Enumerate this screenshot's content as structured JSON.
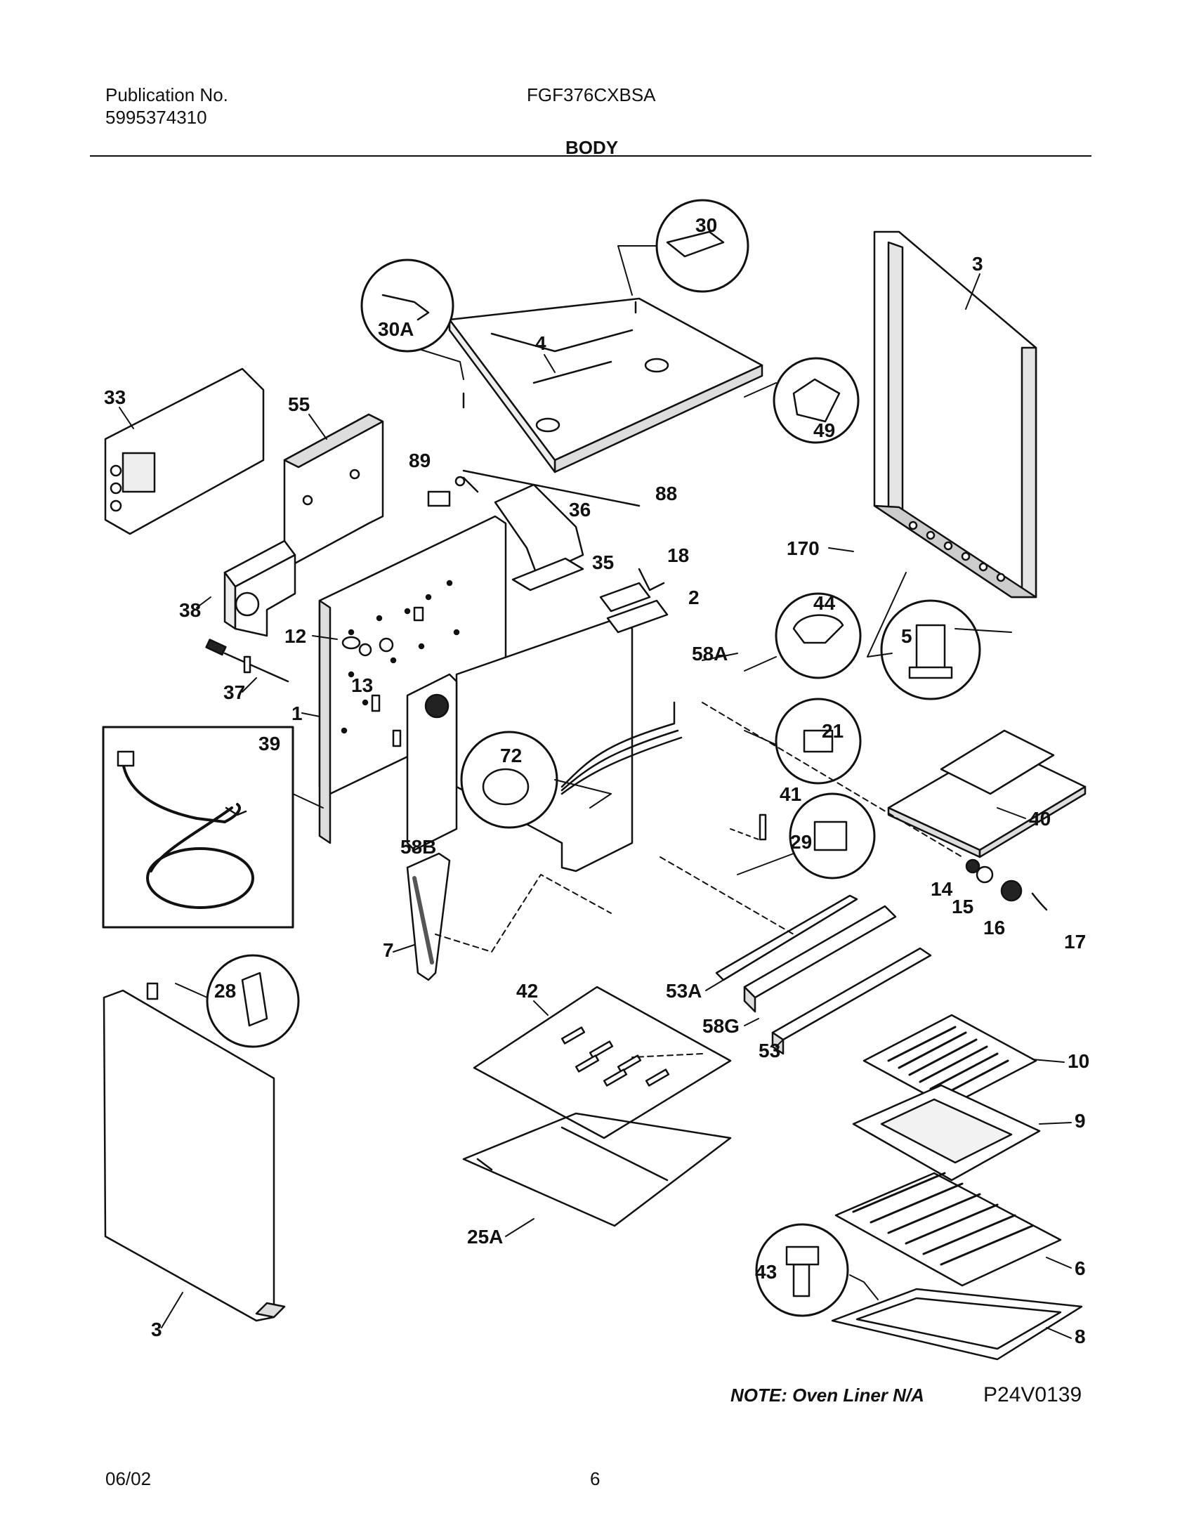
{
  "header": {
    "publication_label": "Publication No.",
    "publication_number": "5995374310",
    "model": "FGF376CXBSA",
    "section": "BODY"
  },
  "callouts": {
    "c30": "30",
    "c30A": "30A",
    "c49": "49",
    "c44": "44",
    "c21": "21",
    "c5": "5",
    "c72": "72",
    "c29": "29",
    "c28": "28",
    "c43": "43",
    "c39": "39"
  },
  "parts": {
    "p3a": "3",
    "p4": "4",
    "p33": "33",
    "p55": "55",
    "p89": "89",
    "p88": "88",
    "p36": "36",
    "p35": "35",
    "p18": "18",
    "p2": "2",
    "p170": "170",
    "p38": "38",
    "p12": "12",
    "p58A": "58A",
    "p37": "37",
    "p13": "13",
    "p1": "1",
    "p40": "40",
    "p41": "41",
    "p58B": "58B",
    "p14": "14",
    "p15": "15",
    "p16": "16",
    "p17": "17",
    "p7": "7",
    "p53A": "53A",
    "p42": "42",
    "p58G": "58G",
    "p53": "53",
    "p10": "10",
    "p9": "9",
    "p25A": "25A",
    "p6": "6",
    "p3b": "3",
    "p8": "8"
  },
  "note": "NOTE: Oven Liner N/A",
  "drawing_code": "P24V0139",
  "footer": {
    "date": "06/02",
    "page": "6"
  }
}
